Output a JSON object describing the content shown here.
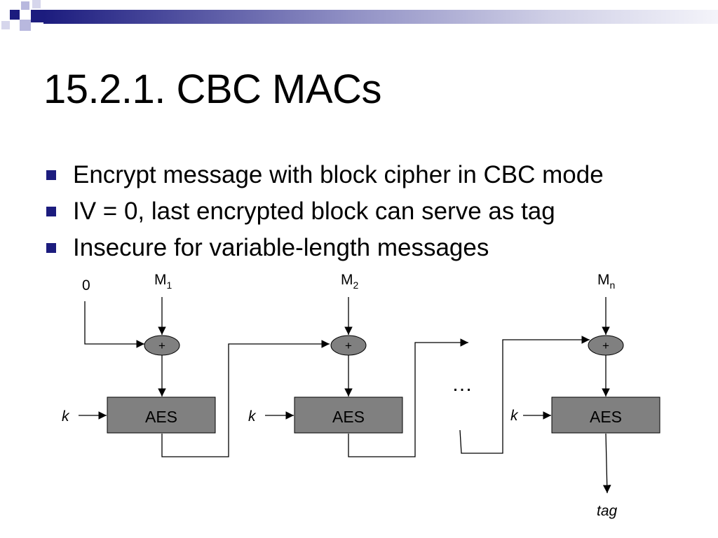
{
  "title": "15.2.1. CBC MACs",
  "bullets": [
    "Encrypt message with block cipher in CBC mode",
    "IV = 0, last encrypted block can serve as tag",
    "Insecure for variable-length messages"
  ],
  "diagram": {
    "iv_label": "0",
    "inputs": [
      {
        "base": "M",
        "sub": "1"
      },
      {
        "base": "M",
        "sub": "2"
      },
      {
        "base": "M",
        "sub": "n"
      }
    ],
    "xor_symbol": "+",
    "block_label": "AES",
    "key_label": "k",
    "ellipsis": "…",
    "output_label": "tag"
  },
  "colors": {
    "accent": "#1c1c7e",
    "block_fill": "#808080",
    "xor_fill": "#808080"
  }
}
